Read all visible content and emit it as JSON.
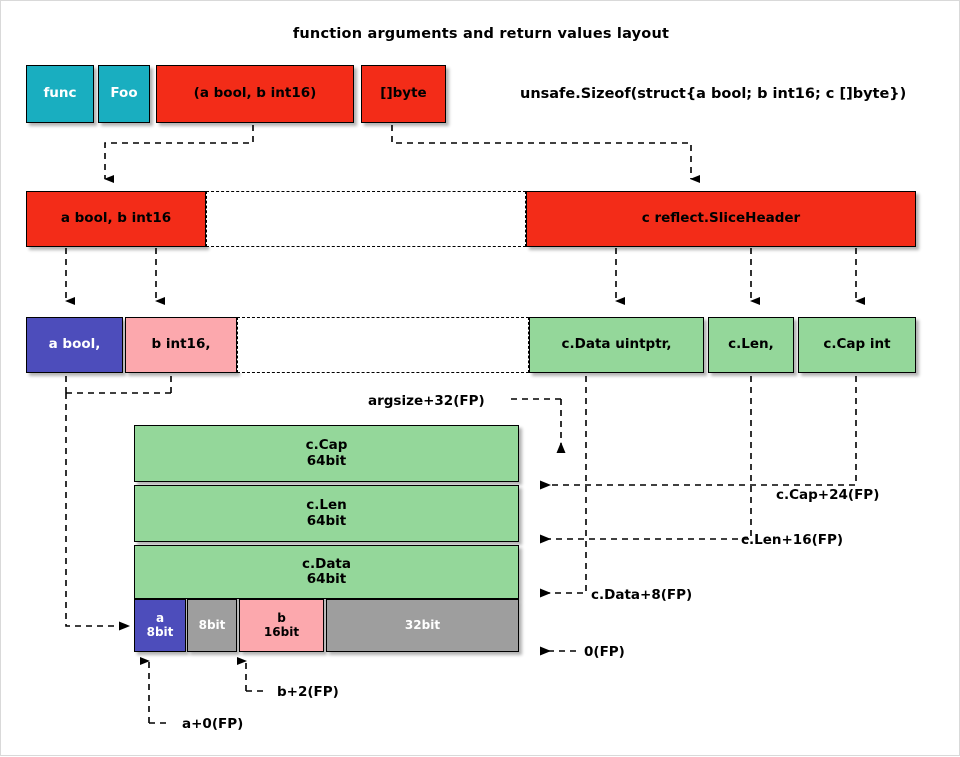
{
  "title": "function arguments and return values layout",
  "sizeof_note": "unsafe.Sizeof(struct{a bool; b int16; c []byte})",
  "colors": {
    "teal": "#19aec0",
    "red": "#f32c18",
    "blue": "#4d4dbb",
    "pink": "#fca8ad",
    "green": "#94d79a",
    "gray": "#9e9e9e",
    "outline": "#000000",
    "background": "#ffffff"
  },
  "row_signature": {
    "func_keyword": "func",
    "func_name": "Foo",
    "params": "(a bool, b int16)",
    "results": "[]byte"
  },
  "row_groups": {
    "args": "a bool, b int16",
    "gap": "",
    "slice_header": "c reflect.SliceHeader"
  },
  "row_fields": {
    "a": "a bool,",
    "b": "b int16,",
    "gap": "",
    "data": "c.Data uintptr,",
    "len": "c.Len,",
    "cap": "c.Cap int"
  },
  "stack": {
    "cap": {
      "name": "c.Cap",
      "size": "64bit"
    },
    "len": {
      "name": "c.Len",
      "size": "64bit"
    },
    "data": {
      "name": "c.Data",
      "size": "64bit"
    },
    "bytes": [
      {
        "name": "a",
        "size": "8bit",
        "color": "blue"
      },
      {
        "name": "",
        "size": "8bit",
        "color": "gray"
      },
      {
        "name": "b",
        "size": "16bit",
        "color": "pink"
      },
      {
        "name": "",
        "size": "32bit",
        "color": "gray"
      }
    ]
  },
  "offsets": {
    "argsize32": "argsize+32(FP)",
    "cap24": "c.Cap+24(FP)",
    "len16": "c.Len+16(FP)",
    "data8": "c.Data+8(FP)",
    "zero": "0(FP)",
    "b2": "b+2(FP)",
    "a0": "a+0(FP)"
  }
}
